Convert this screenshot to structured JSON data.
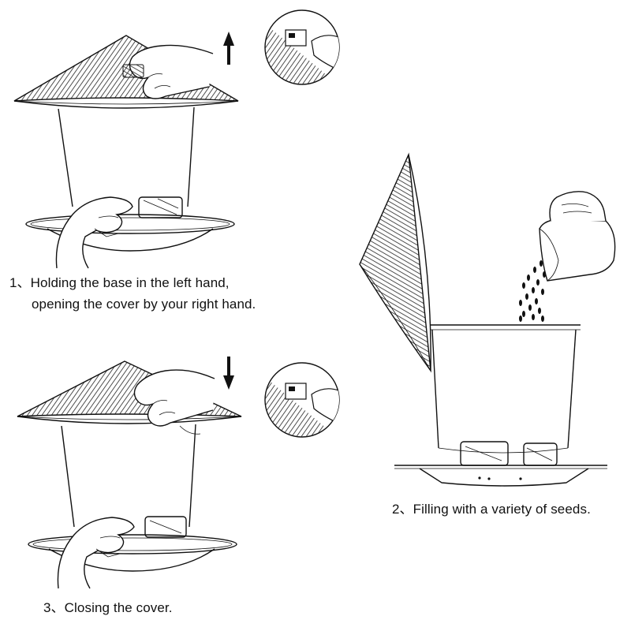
{
  "steps": [
    {
      "line1": "1、Holding the base in the left hand,",
      "line2": "opening the cover by your right hand."
    },
    {
      "line1": "2、Filling with a variety of seeds."
    },
    {
      "line1": "3、Closing the cover."
    }
  ],
  "colors": {
    "ink": "#111111",
    "background": "#ffffff"
  }
}
